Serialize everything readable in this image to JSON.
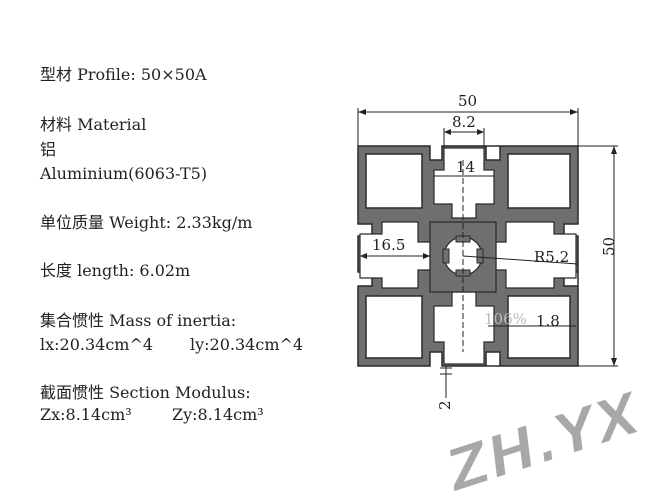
{
  "specs": {
    "profile": "型材 Profile: 50×50A",
    "material_label": "材料 Material",
    "material_cn": "铝",
    "material_value": "Aluminium(6063-T5)",
    "weight": "单位质量  Weight: 2.33kg/m",
    "length": "长度  length: 6.02m",
    "inertia_label": "集合惯性 Mass of inertia:",
    "inertia_lx": "lx:20.34cm^4",
    "inertia_ly": "ly:20.34cm^4",
    "modulus_label": "截面惯性 Section Modulus:",
    "modulus_zx": "Zx:8.14cm³",
    "modulus_zy": "Zy:8.14cm³"
  },
  "drawing": {
    "dim_width": "50",
    "dim_height": "50",
    "dim_slot": "8.2",
    "dim_inner": "14",
    "dim_core": "16.5",
    "dim_radius": "R5.2",
    "dim_wall": "1.8",
    "dim_wall_bottom": "2",
    "zoom_label": "106%"
  },
  "watermark": {
    "text": "ZH.YX"
  },
  "colors": {
    "profile_fill": "#6f6f6f",
    "profile_stroke": "#2a2a2a",
    "dim_line": "#222222",
    "watermark": "#9a9a9a"
  }
}
